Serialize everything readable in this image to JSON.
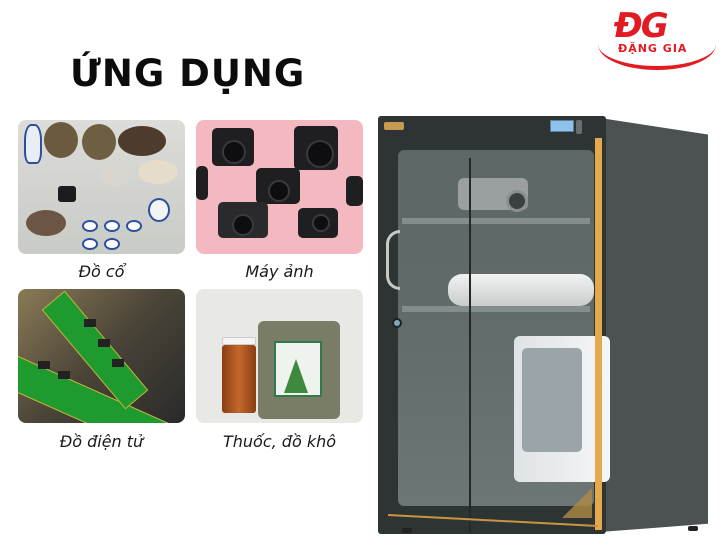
{
  "header": {
    "title": "ỨNG DỤNG"
  },
  "logo": {
    "mark": "ĐG",
    "name": "ĐẶNG GIA",
    "color": "#e21b22"
  },
  "applications": [
    {
      "label": "Đồ cổ",
      "image": "antiques-ceramics-photo"
    },
    {
      "label": "Máy ảnh",
      "image": "cameras-on-pink-photo"
    },
    {
      "label": "Đồ điện tử",
      "image": "ram-modules-on-keyboard-photo"
    },
    {
      "label": "Thuốc, đồ khô",
      "image": "medicine-bottle-and-dried-herbs-photo"
    }
  ],
  "product": {
    "name": "dry cabinet",
    "accent_color": "#e4a94a",
    "body_color": "#2e3334"
  }
}
